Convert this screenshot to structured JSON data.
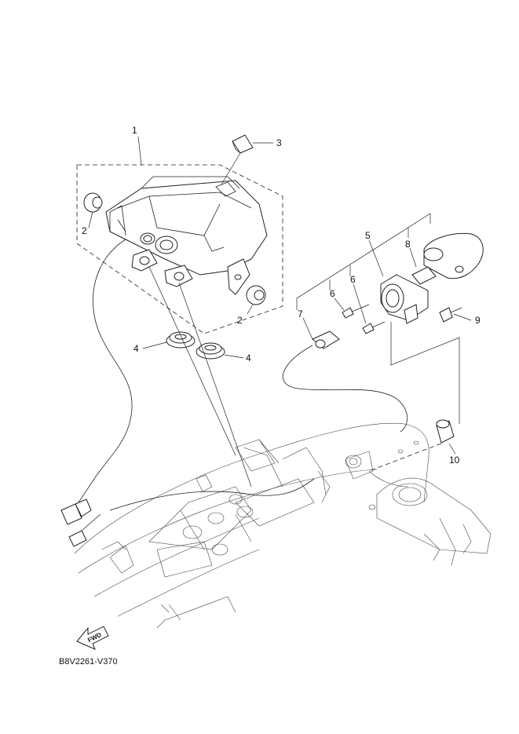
{
  "diagram_code": "B8V2261-V370",
  "fwd_label": "FWD",
  "callouts": {
    "c1": "1",
    "c2a": "2",
    "c2b": "2",
    "c3": "3",
    "c4a": "4",
    "c4b": "4",
    "c5": "5",
    "c6a": "6",
    "c6b": "6",
    "c7": "7",
    "c8": "8",
    "c9": "9",
    "c10": "10"
  }
}
